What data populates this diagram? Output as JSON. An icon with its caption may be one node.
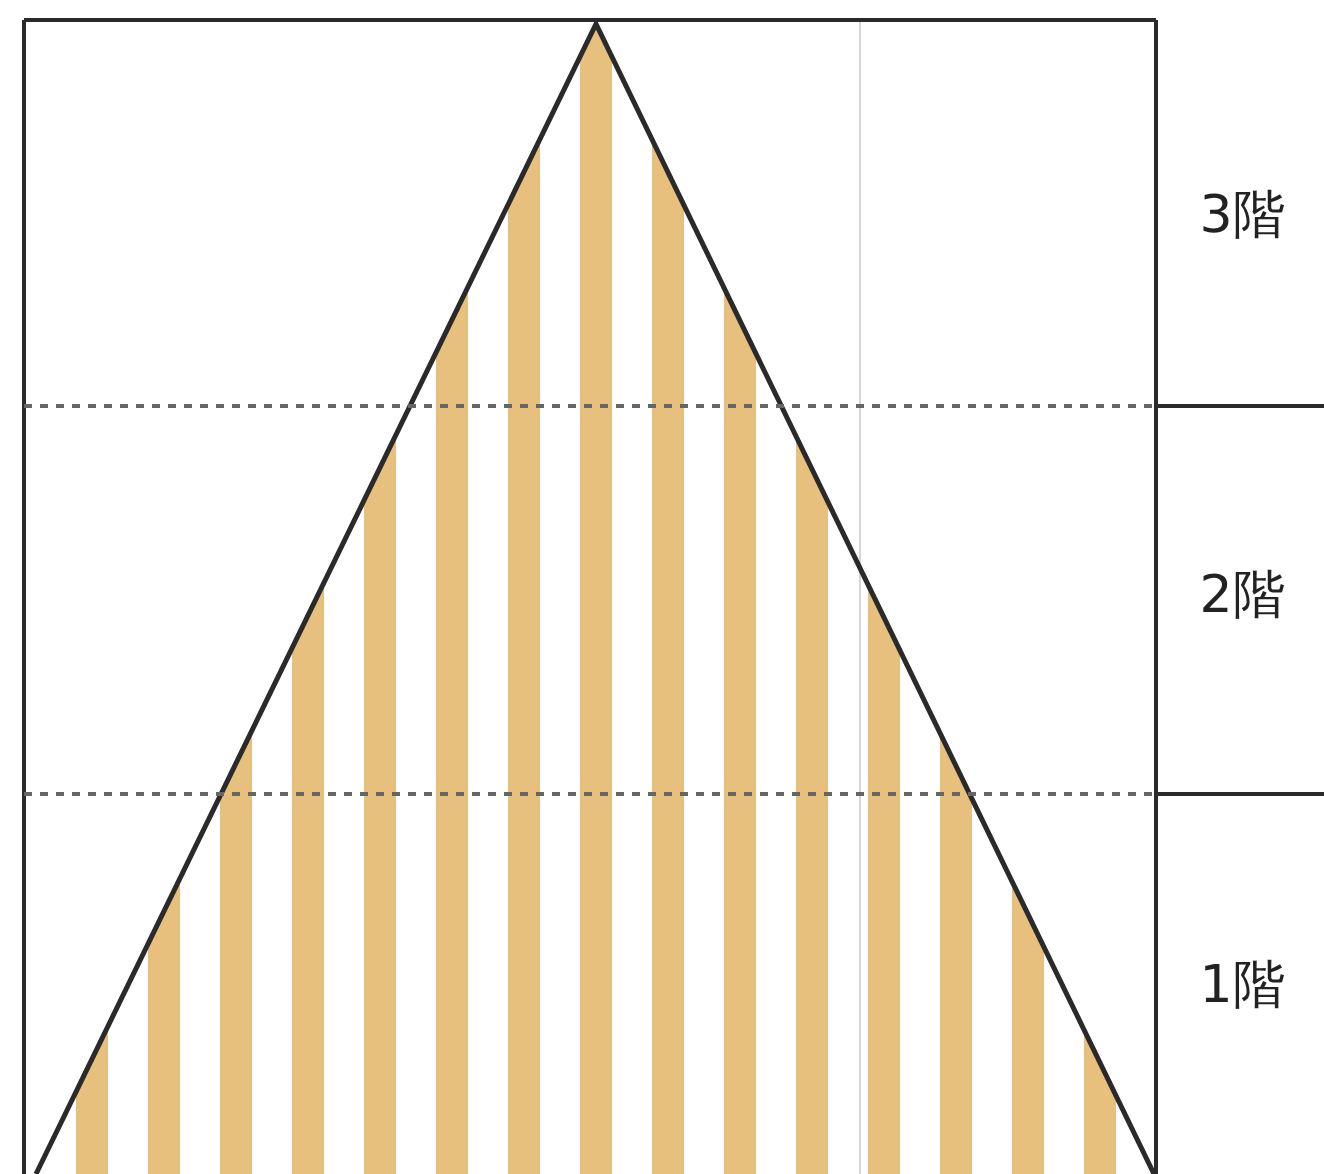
{
  "diagram": {
    "labels": [
      "3階",
      "2階",
      "1階"
    ]
  }
}
